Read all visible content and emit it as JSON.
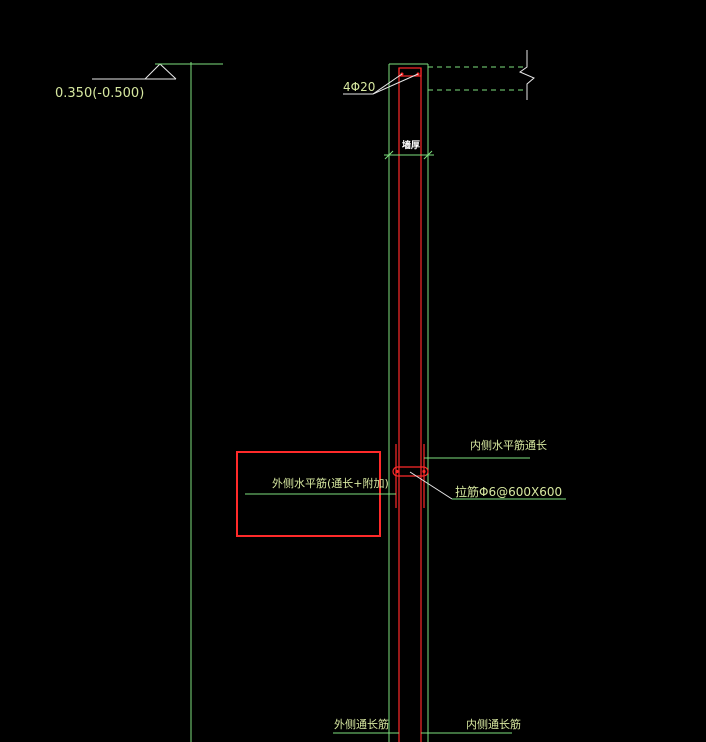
{
  "drawing": {
    "elevation_label": "0.350(-0.500)",
    "rebar_callout": "4Φ20",
    "wall_thickness_label": "墙厚",
    "inner_horizontal_label": "内侧水平筋通长",
    "outer_horizontal_label": "外侧水平筋(通长+附加)",
    "tie_bar_label": "拉筋Φ6@600X600",
    "outer_vertical_label": "外侧通长筋",
    "inner_vertical_label": "内侧通长筋"
  },
  "colors": {
    "background": "#000000",
    "green_line": "#7ee07e",
    "red_line": "#ff2a2a",
    "label_text": "#d7e8a0",
    "white_line": "#e8e8e8"
  }
}
